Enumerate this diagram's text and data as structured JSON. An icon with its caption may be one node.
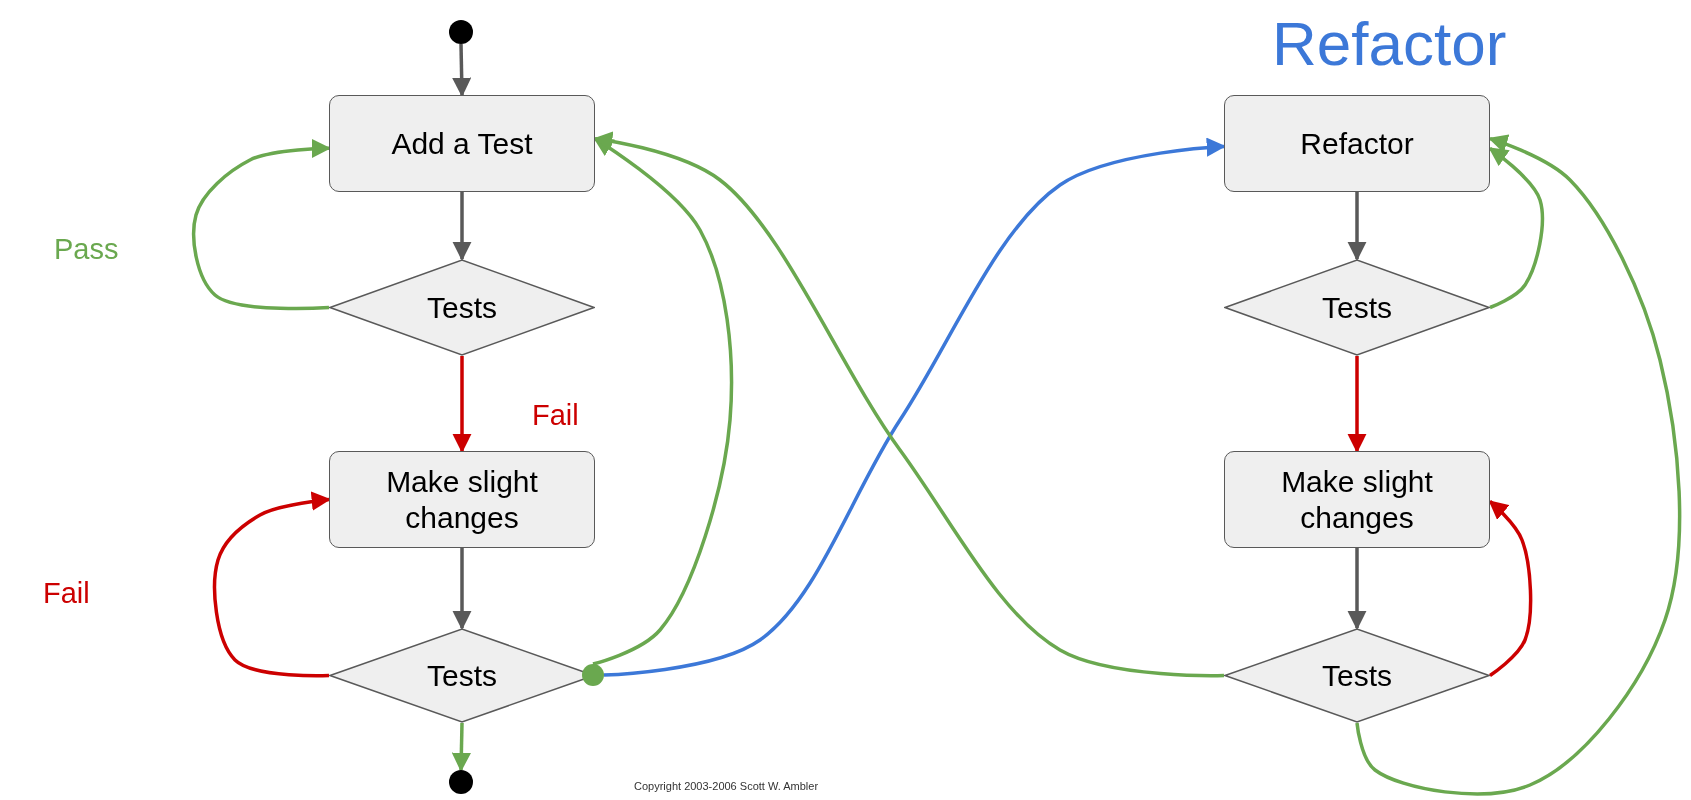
{
  "diagram": {
    "nodes": [
      {
        "text": [],
        "shape": "circle"
      },
      {
        "text": [
          "Add a Test"
        ]
      },
      {
        "text": [
          "Tests"
        ]
      },
      {
        "text": [
          "Make slight changes"
        ]
      },
      {
        "text": [
          "Tests"
        ]
      },
      {
        "text": [],
        "shape": "circle"
      },
      {
        "text": [],
        "shape": "circle"
      },
      {
        "text": [
          "Refactor"
        ]
      },
      {
        "text": [
          "Tests"
        ]
      },
      {
        "text": [
          "Make slight changes"
        ]
      },
      {
        "text": [
          "Tests"
        ]
      }
    ],
    "edges": [
      {
        "from": 0,
        "to": 1,
        "arrow": "to"
      },
      {
        "from": 1,
        "to": 2,
        "arrow": "to"
      },
      {
        "from": 2,
        "to": 1,
        "arrow": "to",
        "label": "Pass",
        "color": "#6aa84f"
      },
      {
        "from": 2,
        "to": 3,
        "arrow": "to",
        "label": "Fail",
        "color": "#cc0000"
      },
      {
        "from": 3,
        "to": 4,
        "arrow": "to"
      },
      {
        "from": 4,
        "to": 3,
        "arrow": "to",
        "label": "Fail",
        "color": "#cc0000"
      },
      {
        "from": 4,
        "to": 5,
        "arrow": "to",
        "color": "#6aa84f"
      },
      {
        "from": 6,
        "to": 1,
        "arrow": "to",
        "color": "#6aa84f"
      },
      {
        "from": 6,
        "to": 7,
        "arrow": "to",
        "color": "#3c78d8"
      },
      {
        "from": 7,
        "to": 8,
        "arrow": "to"
      },
      {
        "from": 8,
        "to": 7,
        "arrow": "to",
        "color": "#6aa84f"
      },
      {
        "from": 8,
        "to": 9,
        "arrow": "to",
        "color": "#cc0000"
      },
      {
        "from": 9,
        "to": 10,
        "arrow": "to"
      },
      {
        "from": 10,
        "to": 9,
        "arrow": "to",
        "color": "#cc0000"
      },
      {
        "from": 10,
        "to": 1,
        "arrow": "to",
        "color": "#6aa84f"
      },
      {
        "from": 10,
        "to": 7,
        "arrow": "to",
        "color": "#6aa84f"
      }
    ],
    "labels": [
      "Refactor",
      "Copyright 2003-2006 Scott W. Ambler"
    ]
  }
}
